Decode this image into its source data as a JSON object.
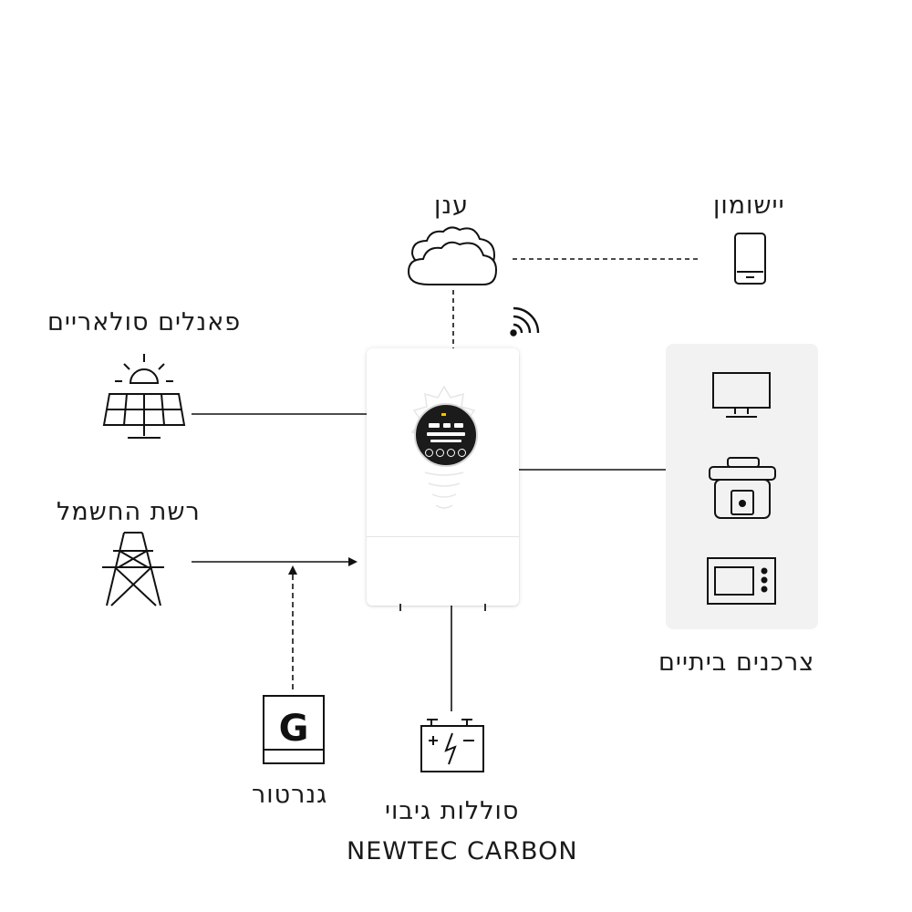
{
  "labels": {
    "cloud": "ענן",
    "app": "יישומון",
    "solar": "פאנלים סולאריים",
    "grid": "רשת החשמל",
    "appliances": "צרכנים ביתיים",
    "generator": "גנרטור",
    "battery_line1": "סוללות גיבוי",
    "battery_line2": "NEWTEC CARBON"
  },
  "generator_letter": "G",
  "icons": {
    "cloud": "cloud-icon",
    "app": "smartphone-icon",
    "wifi": "wifi-icon",
    "solar": "solar-panel-icon",
    "grid": "power-tower-icon",
    "generator": "generator-icon",
    "battery": "battery-icon",
    "tv": "tv-icon",
    "rice_cooker": "rice-cooker-icon",
    "microwave": "microwave-icon",
    "inverter": "inverter-icon"
  }
}
